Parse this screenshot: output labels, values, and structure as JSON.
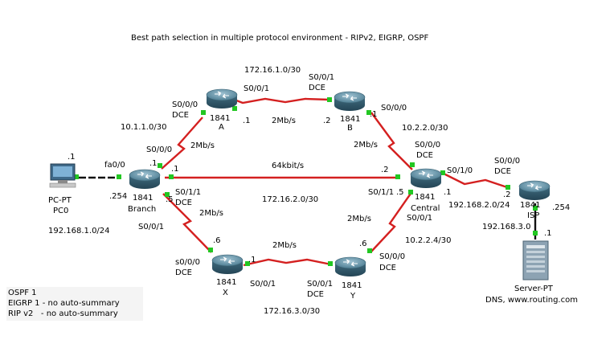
{
  "title": "Best path selection in multiple protocol environment - RIPv2, EIGRP, OSPF",
  "colors": {
    "serial_link": "#d42020",
    "ethernet_link": "#111111",
    "port_up": "#22c722",
    "router_body": "#4f7f94"
  },
  "devices": {
    "router_a": {
      "model": "1841",
      "name": "A"
    },
    "router_b": {
      "model": "1841",
      "name": "B"
    },
    "router_branch": {
      "model": "1841",
      "name": "Branch"
    },
    "router_central": {
      "model": "1841",
      "name": "Central"
    },
    "router_x": {
      "model": "1841",
      "name": "X"
    },
    "router_y": {
      "model": "1841",
      "name": "Y"
    },
    "router_isp": {
      "model": "1841",
      "name": "ISP"
    },
    "pc0": {
      "type": "PC-PT",
      "name": "PC0"
    },
    "server": {
      "type": "Server-PT",
      "name": "DNS, www.routing.com"
    }
  },
  "labels": {
    "net_172_16_1": "172.16.1.0/30",
    "net_10_1_1": "10.1.1.0/30",
    "net_10_2_2_0": "10.2.2.0/30",
    "net_172_16_2": "172.16.2.0/30",
    "net_10_2_2_4": "10.2.2.4/30",
    "net_172_16_3": "172.16.3.0/30",
    "net_192_168_1": "192.168.1.0/24",
    "net_192_168_2": "192.168.2.0/24",
    "net_192_168_3": "192.168.3.0",
    "bw_2mb": "2Mb/s",
    "bw_64k": "64kbit/s",
    "if_s000": "S0/0/0",
    "if_s000_lower": "s0/0/0",
    "if_s001": "S0/0/1",
    "if_s010": "S0/1/0",
    "if_s011": "S0/1/1",
    "if_fa00": "fa0/0",
    "dce": "DCE",
    "host_1": ".1",
    "host_2": ".2",
    "host_5": ".5",
    "host_6": ".6",
    "host_254": ".254"
  },
  "notes": [
    "OSPF 1",
    "EIGRP 1 - no auto-summary",
    "RIP v2   - no auto-summary"
  ]
}
